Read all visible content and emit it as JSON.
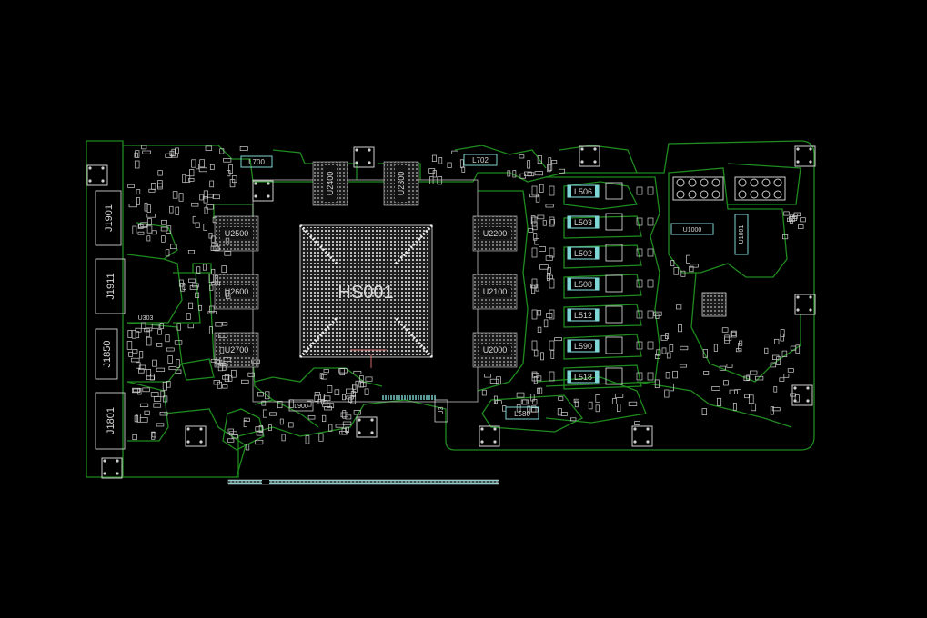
{
  "board": {
    "center_label": "HS001",
    "memory_chips": [
      "U2500",
      "U2600",
      "U2700",
      "U2200",
      "U2100",
      "U2000"
    ],
    "memory_chips_vertical": [
      "U2400",
      "U2300"
    ],
    "connectors": [
      "J1901",
      "J1911",
      "J1850",
      "J1801"
    ],
    "inductors": [
      "L506",
      "L503",
      "L502",
      "L508",
      "L512",
      "L590",
      "L518"
    ],
    "small_labels": {
      "l700": "L700",
      "l702": "L702",
      "l580": "L580",
      "l900": "L900",
      "u3": "U3",
      "u303": "U303",
      "u1000": "U1000",
      "u1001": "U1001"
    }
  },
  "colors": {
    "background": "#000000",
    "outline": "#1f8a1f",
    "silkscreen": "#cfcfcf",
    "pad_highlight": "#7fd6d6",
    "fill_dark": "#1a1a1a"
  }
}
